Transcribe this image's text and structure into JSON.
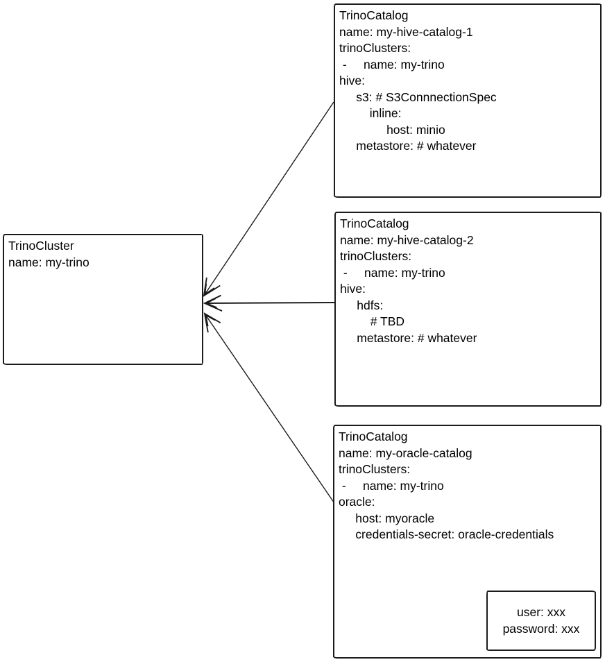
{
  "cluster": {
    "title": "TrinoCluster",
    "lines": [
      "name: my-trino"
    ]
  },
  "catalogs": [
    {
      "title": "TrinoCatalog",
      "lines": [
        "name: my-hive-catalog-1",
        "trinoClusters:",
        " -     name: my-trino",
        "hive:",
        "     s3: # S3ConnnectionSpec",
        "         inline:",
        "              host: minio",
        "     metastore: # whatever"
      ]
    },
    {
      "title": "TrinoCatalog",
      "lines": [
        "name: my-hive-catalog-2",
        "trinoClusters:",
        " -     name: my-trino",
        "hive:",
        "     hdfs:",
        "         # TBD",
        "     metastore: # whatever"
      ]
    },
    {
      "title": "TrinoCatalog",
      "lines": [
        "name: my-oracle-catalog",
        "trinoClusters:",
        " -     name: my-trino",
        "oracle:",
        "     host: myoracle",
        "     credentials-secret: oracle-credentials"
      ]
    }
  ],
  "secret": {
    "lines": [
      "user: xxx",
      "password: xxx"
    ]
  },
  "colors": {
    "stroke": "#1b1b1b",
    "background": "#ffffff",
    "text": "#000000"
  }
}
